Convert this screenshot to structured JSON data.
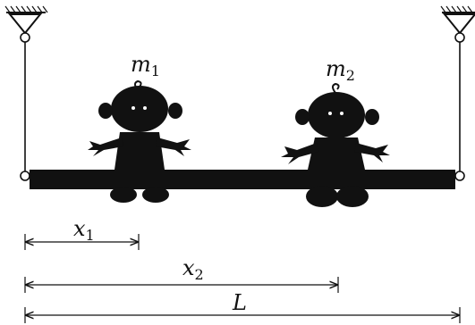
{
  "labels": {
    "m1": {
      "symbol": "m",
      "sub": "1"
    },
    "m2": {
      "symbol": "m",
      "sub": "2"
    },
    "x1": {
      "symbol": "x",
      "sub": "1"
    },
    "x2": {
      "symbol": "x",
      "sub": "2"
    },
    "L": {
      "symbol": "L"
    }
  },
  "colors": {
    "ink": "#111111",
    "background": "#ffffff"
  }
}
